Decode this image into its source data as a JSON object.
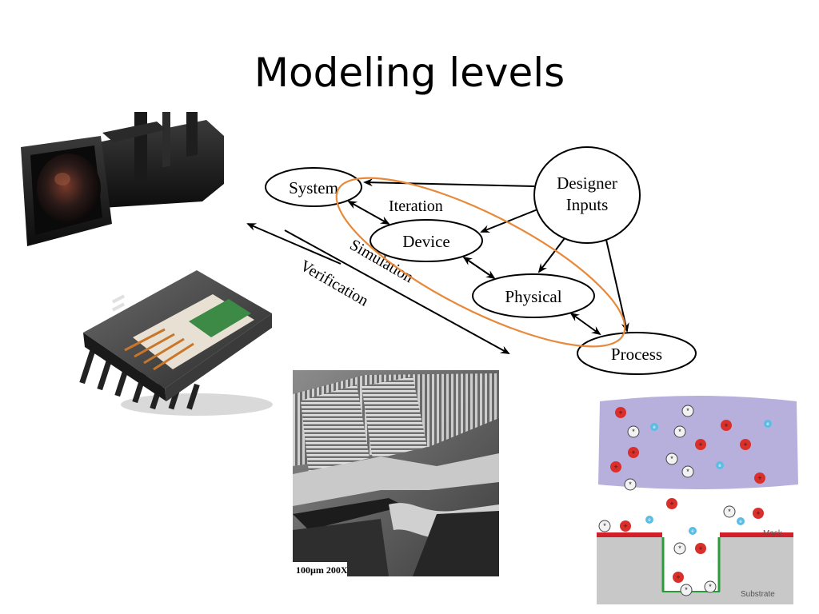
{
  "slide": {
    "title": "Modeling levels"
  },
  "diagram": {
    "nodes": {
      "system": "System",
      "device": "Device",
      "physical": "Physical",
      "process": "Process",
      "designer_line1": "Designer",
      "designer_line2": "Inputs"
    },
    "labels": {
      "iteration": "Iteration",
      "simulation": "Simulation",
      "verification": "Verification"
    },
    "highlight_color": "#e8893a"
  },
  "sem_image": {
    "scale_label": "100µm 200X"
  },
  "plasma_image": {
    "mask_label": "Mask",
    "substrate_label": "Substrate",
    "ion_symbol": "+",
    "electron_symbol": "e",
    "neutral_symbol": "*",
    "colors": {
      "plasma": "#b7b0dc",
      "ion": "#d9302c",
      "electron": "#5bbde4",
      "mask": "#d2202a",
      "substrate": "#c8c8c8",
      "sidewall": "#2b9a3a"
    }
  },
  "icons": [
    "video-camera-icon",
    "ic-chip-icon",
    "mems-sem-micrograph",
    "plasma-etch-illustration"
  ]
}
